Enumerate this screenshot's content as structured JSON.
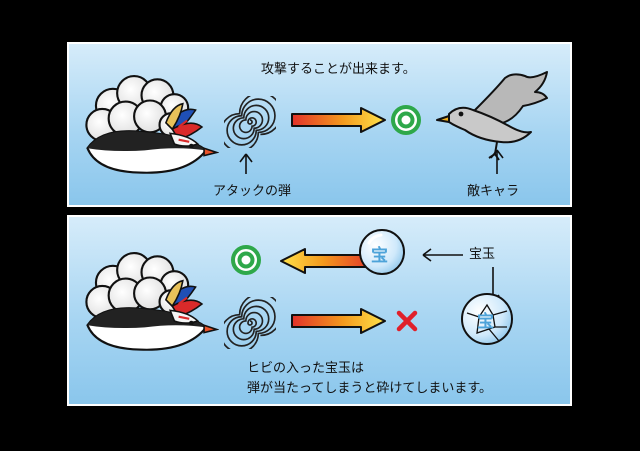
{
  "panel_top": {
    "caption": "攻撃することが出来ます。",
    "bullet_label": "アタックの弾",
    "enemy_label": "敵キャラ",
    "icons": {
      "player": "penguin-character-icon",
      "bullet": "spiral-bullet-icon",
      "arrow": "arrow-right-icon",
      "result": "circle-ok-icon",
      "enemy": "gray-bird-icon"
    }
  },
  "panel_bottom": {
    "gem_label": "宝玉",
    "gem_glyph": "宝",
    "caption_line1": "ヒビの入った宝玉は",
    "caption_line2": "弾が当たってしまうと砕けてしまいます。",
    "icons": {
      "ok": "circle-ok-icon",
      "arrow_left": "arrow-left-icon",
      "gem": "gem-orb-icon",
      "player": "penguin-character-icon",
      "bullet": "spiral-bullet-icon",
      "arrow_right": "arrow-right-icon",
      "fail": "cross-fail-icon",
      "cracked_gem": "cracked-gem-icon"
    }
  },
  "colors": {
    "background": "#000000",
    "panel_top": "#a7d5f2",
    "panel_bottom": "#a7d5f2",
    "ok_green": "#2ea84a",
    "fail_red": "#e0202a",
    "arrow_orange": "#f39a1e"
  }
}
